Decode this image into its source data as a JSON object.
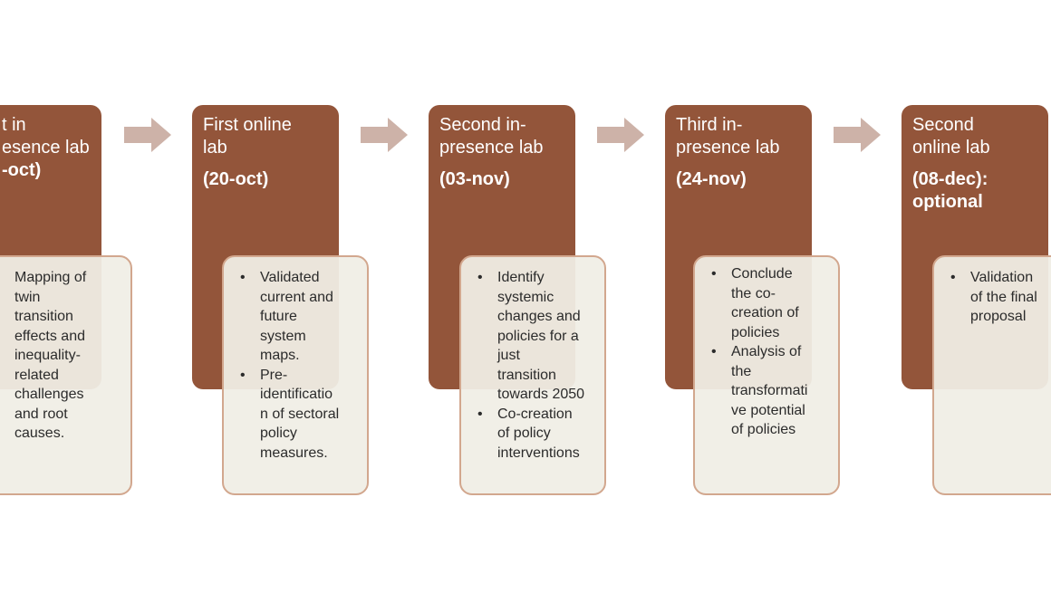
{
  "steps": [
    {
      "title_lines": [
        "t in",
        "esence lab"
      ],
      "date_lines": [
        "-oct)"
      ],
      "bullets": [
        [
          "Mapping of",
          "twin",
          "transition",
          "effects and",
          "inequality-",
          "related",
          "challenges",
          "and root",
          "causes."
        ]
      ]
    },
    {
      "title_lines": [
        "First online",
        "lab"
      ],
      "date_lines": [
        "(20-oct)"
      ],
      "bullets": [
        [
          "Validated",
          "current and",
          "future",
          "system",
          "maps."
        ],
        [
          "Pre-",
          "identificatio",
          "n of sectoral",
          "policy",
          "measures."
        ]
      ]
    },
    {
      "title_lines": [
        "Second in-",
        "presence lab"
      ],
      "date_lines": [
        "(03-nov)"
      ],
      "bullets": [
        [
          "Identify",
          "systemic",
          "changes and",
          "policies for a",
          "just",
          "transition",
          "towards 2050"
        ],
        [
          "Co-creation",
          "of policy",
          "interventions"
        ]
      ]
    },
    {
      "title_lines": [
        "Third in-",
        "presence lab"
      ],
      "date_lines": [
        "(24-nov)"
      ],
      "bullets": [
        [
          "Conclude",
          "the co-",
          "creation of",
          "policies"
        ],
        [
          "Analysis of",
          "the",
          "transformati",
          "ve potential",
          "of policies"
        ]
      ]
    },
    {
      "title_lines": [
        "Second",
        "online lab"
      ],
      "date_lines": [
        "(08-dec):",
        "optional"
      ],
      "bullets": [
        [
          "Validation",
          "of the final",
          "proposal"
        ]
      ]
    }
  ],
  "colors": {
    "step_fill": "#93553a",
    "card_fill": "#f0eee6",
    "card_border": "#d2a78e",
    "arrow": "#cdb2a8"
  }
}
